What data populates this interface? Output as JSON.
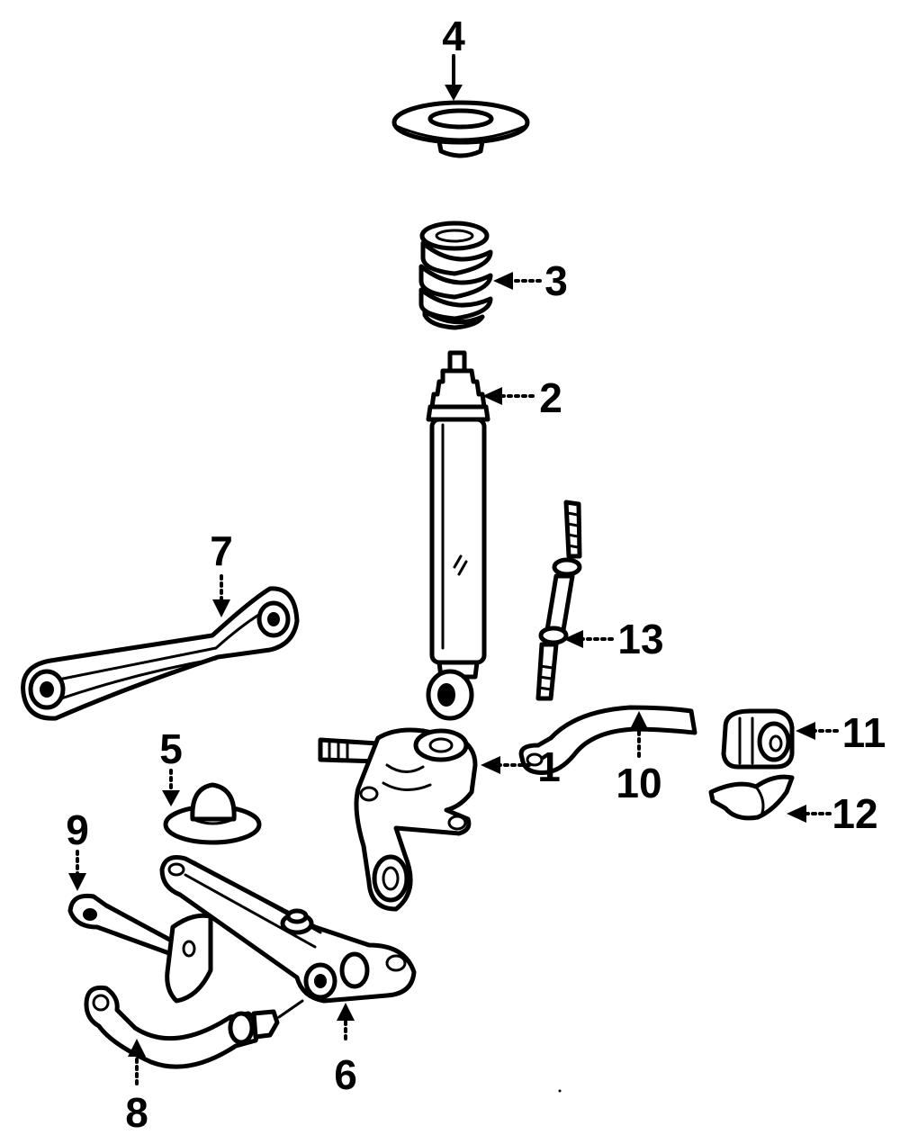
{
  "diagram": {
    "callouts": [
      {
        "id": "1",
        "label": "1"
      },
      {
        "id": "2",
        "label": "2"
      },
      {
        "id": "3",
        "label": "3"
      },
      {
        "id": "4",
        "label": "4"
      },
      {
        "id": "5",
        "label": "5"
      },
      {
        "id": "6",
        "label": "6"
      },
      {
        "id": "7",
        "label": "7"
      },
      {
        "id": "8",
        "label": "8"
      },
      {
        "id": "9",
        "label": "9"
      },
      {
        "id": "10",
        "label": "10"
      },
      {
        "id": "11",
        "label": "11"
      },
      {
        "id": "12",
        "label": "12"
      },
      {
        "id": "13",
        "label": "13"
      }
    ],
    "parts": [
      {
        "callout": "1",
        "icon": "knuckle-icon"
      },
      {
        "callout": "2",
        "icon": "shock-absorber-icon"
      },
      {
        "callout": "3",
        "icon": "coil-spring-icon"
      },
      {
        "callout": "4",
        "icon": "spring-insulator-icon"
      },
      {
        "callout": "5",
        "icon": "bump-stop-icon"
      },
      {
        "callout": "6",
        "icon": "lower-control-arm-icon"
      },
      {
        "callout": "7",
        "icon": "upper-control-arm-icon"
      },
      {
        "callout": "8",
        "icon": "trailing-arm-icon"
      },
      {
        "callout": "9",
        "icon": "tie-rod-icon"
      },
      {
        "callout": "10",
        "icon": "stabilizer-bar-icon"
      },
      {
        "callout": "11",
        "icon": "bushing-icon"
      },
      {
        "callout": "12",
        "icon": "bracket-icon"
      },
      {
        "callout": "13",
        "icon": "stabilizer-link-icon"
      }
    ]
  }
}
